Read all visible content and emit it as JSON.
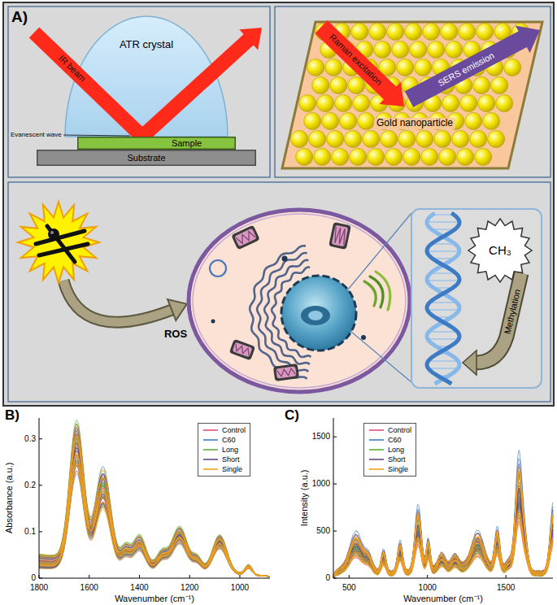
{
  "diagram": {
    "nodes": [
      {
        "text": [
          "ATR crystal"
        ]
      },
      {
        "text": [
          "Sample"
        ]
      },
      {
        "text": [
          "Substrate"
        ]
      },
      {
        "text": [
          "Gold nanoparticle"
        ]
      },
      {
        "text": [
          "Methylation"
        ]
      },
      {
        "text": [
          "CH₃"
        ],
        "in": 4
      }
    ],
    "labels": [
      "A)",
      "IR beam",
      "Evanescent wave",
      "Raman excitation",
      "SERS emission",
      "ROS",
      "B)",
      "Absorbance (a.u.)",
      "0",
      "0.1",
      "0.2",
      "0.3",
      "1800",
      "1600",
      "1400",
      "1200",
      "1000",
      "Wavenumber (cm⁻¹)",
      "C)",
      "Intensity (a.u.)",
      "0",
      "500",
      "1000",
      "1500",
      "500",
      "1000",
      "1500",
      "Wavenumber (cm⁻¹)"
    ],
    "legend": [
      {
        "text": "Control",
        "color": "#e0507a"
      },
      {
        "text": "C60",
        "color": "#3f7fc0"
      },
      {
        "text": "Long",
        "color": "#5fae3e"
      },
      {
        "text": "Short",
        "color": "#6a4585"
      },
      {
        "text": "Single",
        "color": "#f5a31a"
      },
      {
        "text": "Control",
        "color": "#e0507a"
      },
      {
        "text": "C60",
        "color": "#3f7fc0"
      },
      {
        "text": "Long",
        "color": "#5fae3e"
      },
      {
        "text": "Short",
        "color": "#6a4585"
      },
      {
        "text": "Single",
        "color": "#f5a31a"
      }
    ]
  }
}
